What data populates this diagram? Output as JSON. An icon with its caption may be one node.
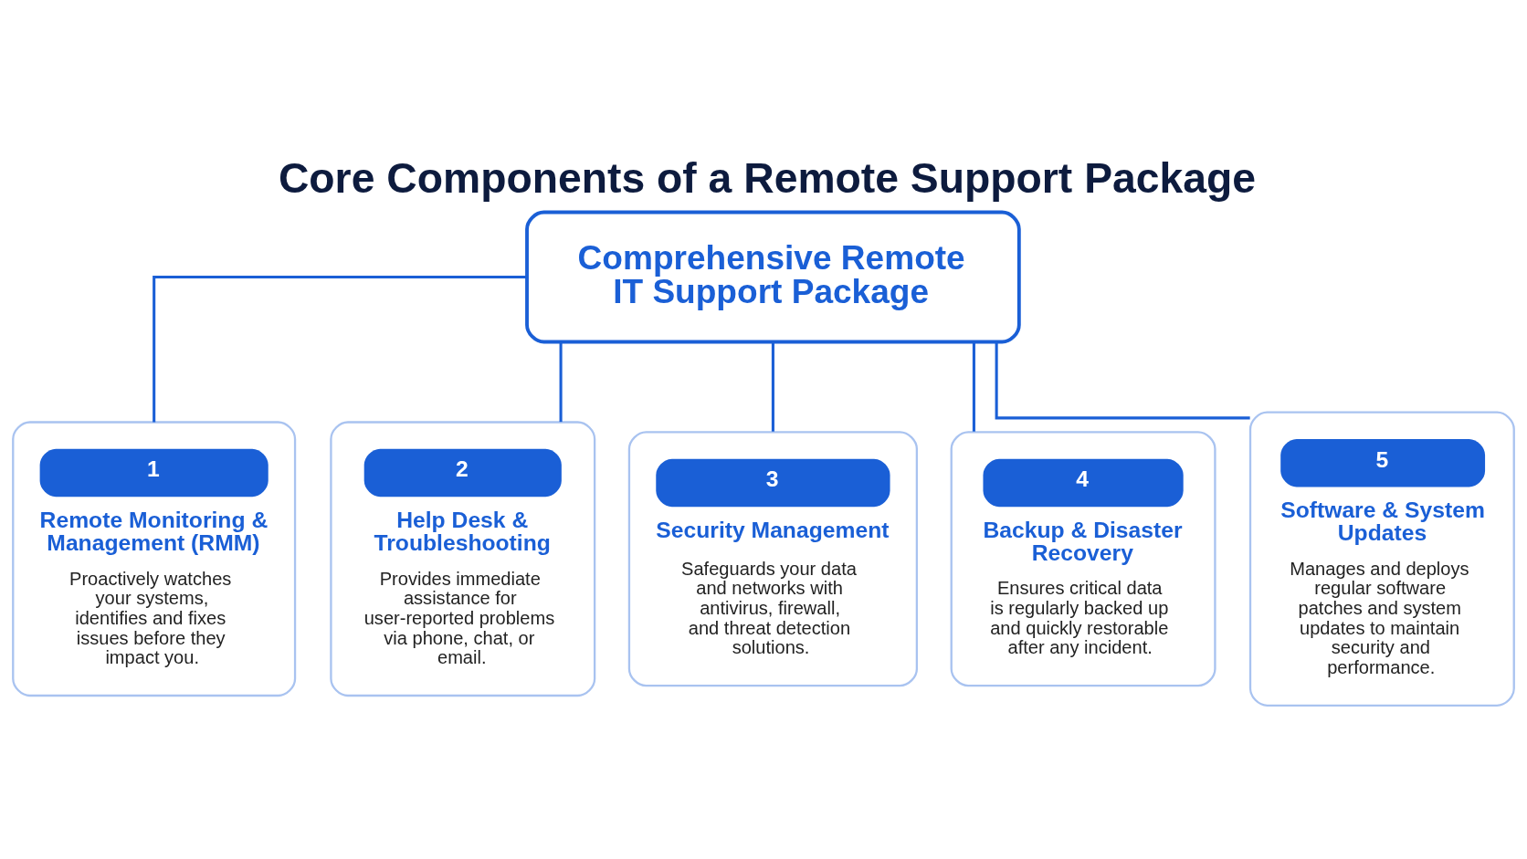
{
  "diagram": {
    "title": "Core Components of a Remote Support Package",
    "nodes": [
      {
        "text": [
          "Comprehensive Remote IT Support Package"
        ]
      },
      {
        "text": [
          "1",
          "Remote Monitoring & Management (RMM)",
          "Proactively watches your systems, identifies and fixes issues before they impact you."
        ]
      },
      {
        "text": [
          "2",
          "Help Desk & Troubleshooting",
          "Provides immediate assistance for user-reported problems via phone, chat, or email."
        ]
      },
      {
        "text": [
          "3",
          "Security Management",
          "Safeguards your data and networks with antivirus, firewall, and threat detection solutions."
        ]
      },
      {
        "text": [
          "4",
          "Backup & Disaster Recovery",
          "Ensures critical data is regularly backed up and quickly restorable after any incident."
        ]
      },
      {
        "text": [
          "5",
          "Software & System Updates",
          "Manages and deploys regular software patches and system updates to maintain security and performance."
        ]
      }
    ],
    "edges": [
      {
        "from": 0,
        "to": 1,
        "arrow": "none"
      },
      {
        "from": 0,
        "to": 2,
        "arrow": "none"
      },
      {
        "from": 0,
        "to": 3,
        "arrow": "none"
      },
      {
        "from": 0,
        "to": 4,
        "arrow": "none"
      },
      {
        "from": 0,
        "to": 5,
        "arrow": "none"
      }
    ]
  }
}
